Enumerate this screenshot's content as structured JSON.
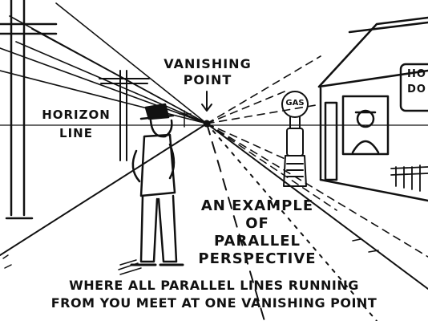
{
  "labels": {
    "vanishing_line1": "VANISHING",
    "vanishing_line2": "POINT",
    "horizon_line1": "HORIZON",
    "horizon_line2": "LINE",
    "example_line1": "AN EXAMPLE",
    "example_line2": "OF",
    "example_line3": "PARALLEL",
    "example_line4": "PERSPECTIVE",
    "caption_line1": "WHERE ALL PARALLEL LINES RUNNING",
    "caption_line2": "FROM YOU MEET AT ONE VANISHING POINT",
    "gas_sign": "GAS",
    "shop_sign_line1": "HO",
    "shop_sign_line2": "DO"
  }
}
